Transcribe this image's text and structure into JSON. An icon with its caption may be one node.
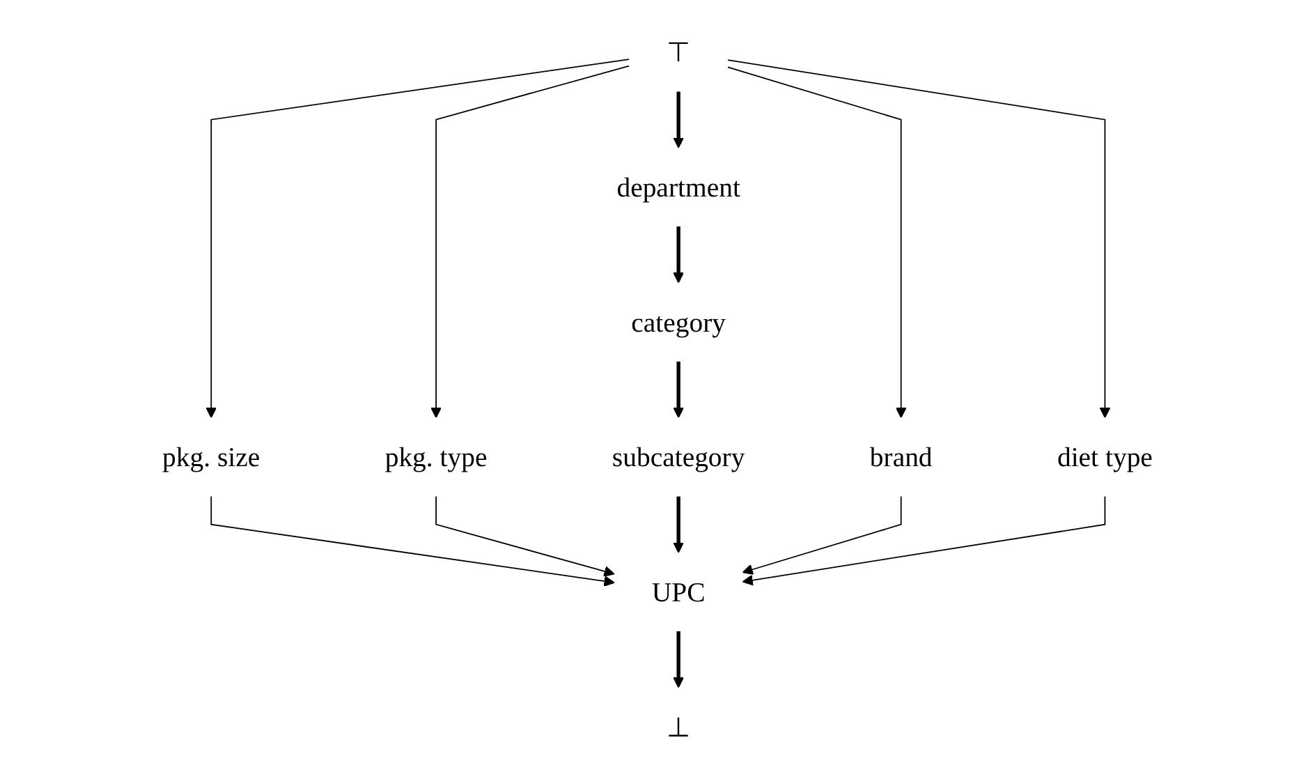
{
  "diagram": {
    "nodes": [
      {
        "text": [
          "⊤"
        ]
      },
      {
        "text": [
          "department"
        ]
      },
      {
        "text": [
          "pkg. size"
        ]
      },
      {
        "text": [
          "pkg. type"
        ]
      },
      {
        "text": [
          "category"
        ]
      },
      {
        "text": [
          "brand"
        ]
      },
      {
        "text": [
          "diet type"
        ]
      },
      {
        "text": [
          "subcategory"
        ]
      },
      {
        "text": [
          "UPC"
        ]
      },
      {
        "text": [
          "⊥"
        ]
      }
    ],
    "edges": [
      {
        "from": 0,
        "to": 2,
        "arrow": "to"
      },
      {
        "from": 0,
        "to": 3,
        "arrow": "to"
      },
      {
        "from": 0,
        "to": 1,
        "arrow": "to",
        "style": "thick"
      },
      {
        "from": 0,
        "to": 5,
        "arrow": "to"
      },
      {
        "from": 0,
        "to": 6,
        "arrow": "to"
      },
      {
        "from": 1,
        "to": 4,
        "arrow": "to",
        "style": "thick"
      },
      {
        "from": 4,
        "to": 7,
        "arrow": "to",
        "style": "thick"
      },
      {
        "from": 2,
        "to": 8,
        "arrow": "to"
      },
      {
        "from": 3,
        "to": 8,
        "arrow": "to"
      },
      {
        "from": 7,
        "to": 8,
        "arrow": "to",
        "style": "thick"
      },
      {
        "from": 5,
        "to": 8,
        "arrow": "to"
      },
      {
        "from": 6,
        "to": 8,
        "arrow": "to"
      },
      {
        "from": 8,
        "to": 9,
        "arrow": "to",
        "style": "thick"
      }
    ]
  }
}
